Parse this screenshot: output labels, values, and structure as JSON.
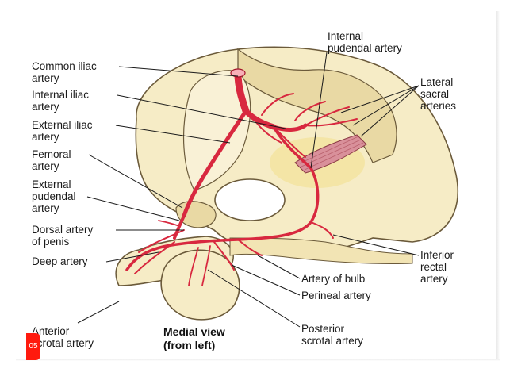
{
  "labels": {
    "common_iliac": "Common iliac\nartery",
    "internal_iliac": "Internal iliac\nartery",
    "external_iliac": "External iliac\nartery",
    "femoral": "Femoral\nartery",
    "external_pudendal": "External\npudendal\nartery",
    "dorsal_penis": "Dorsal artery\nof penis",
    "deep": "Deep artery",
    "anterior_scrotal": "Anterior\nscrotal artery",
    "internal_pudendal": "Internal\npudendal artery",
    "lateral_sacral": "Lateral\nsacral\narteries",
    "inferior_rectal": "Inferior\nrectal\nartery",
    "artery_of_bulb": "Artery of bulb",
    "perineal": "Perineal artery",
    "posterior_scrotal": "Posterior\nscrotal artery"
  },
  "caption": "Medial view\n(from left)",
  "page_number": "05",
  "colors": {
    "artery": "#d8283f",
    "artery_dark": "#a4142a",
    "tissue": "#f6ecc6",
    "tissue_shade": "#e9d9a4",
    "outline": "#6b5a3a",
    "badge": "#ff1a0e"
  }
}
